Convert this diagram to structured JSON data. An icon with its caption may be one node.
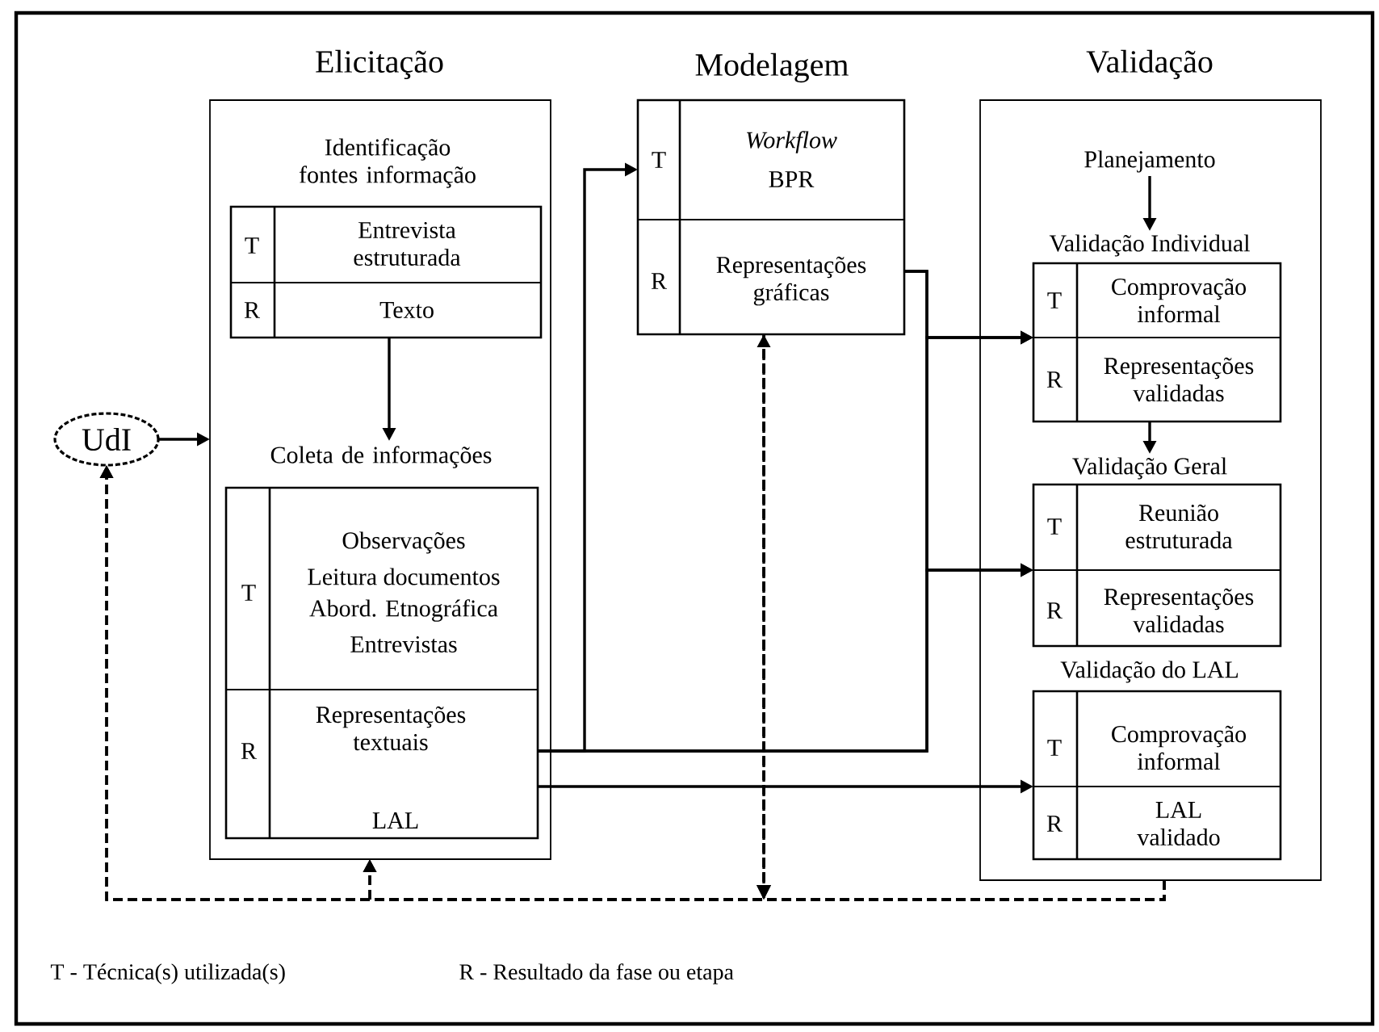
{
  "diagram": {
    "nodes": [
      {
        "text": [
          "Elicitação"
        ]
      },
      {
        "text": [
          "Identificação fontes informação",
          "T",
          "Entrevista estruturada",
          "R",
          "Texto"
        ],
        "in": 0
      },
      {
        "text": [
          "Coleta de informações",
          "T",
          "Observações",
          "Leitura documentos",
          "Abord. Etnográfica",
          "Entrevistas",
          "R",
          "Representações textuais",
          "LAL"
        ],
        "in": 0
      },
      {
        "text": [
          "UdI"
        ]
      },
      {
        "text": [
          "Modelagem",
          "T",
          "Workflow",
          "BPR",
          "R",
          "Representações gráficas"
        ]
      },
      {
        "text": [
          "Validação"
        ]
      },
      {
        "text": [
          "Planejamento"
        ],
        "in": 5
      },
      {
        "text": [
          "Validação Individual",
          "T",
          "Comprovação informal",
          "R",
          "Representações validadas"
        ],
        "in": 5
      },
      {
        "text": [
          "Validação Geral",
          "T",
          "Reunião estruturada",
          "R",
          "Representações validadas"
        ],
        "in": 5
      },
      {
        "text": [
          "Validação do LAL",
          "T",
          "Comprovação informal",
          "R",
          "LAL validado"
        ],
        "in": 5
      }
    ],
    "edges": [
      {
        "from": 1,
        "to": 2,
        "arrow": "to"
      },
      {
        "from": 3,
        "to": 0,
        "arrow": "to"
      },
      {
        "from": 2,
        "to": 4,
        "arrow": "to"
      },
      {
        "from": 2,
        "to": 7,
        "arrow": "to"
      },
      {
        "from": 2,
        "to": 8,
        "arrow": "to"
      },
      {
        "from": 4,
        "to": 7,
        "arrow": "to"
      },
      {
        "from": 4,
        "to": 8,
        "arrow": "to"
      },
      {
        "from": 2,
        "to": 9,
        "arrow": "to"
      },
      {
        "from": 6,
        "to": 7,
        "arrow": "to"
      },
      {
        "from": 7,
        "to": 8,
        "arrow": "to"
      },
      {
        "from": 5,
        "to": 3,
        "arrow": "to",
        "style": "dashed"
      },
      {
        "from": 5,
        "to": 0,
        "arrow": "to",
        "style": "dashed"
      },
      {
        "from": 5,
        "to": 4,
        "arrow": "to",
        "style": "dashed"
      },
      {
        "from": 4,
        "to": 3,
        "arrow": "to",
        "style": "dashed"
      },
      {
        "from": 4,
        "to": 0,
        "arrow": "to",
        "style": "dashed"
      }
    ],
    "labels": [
      "T - Técnica(s) utilizada(s)",
      "R - Resultado da fase ou etapa"
    ]
  }
}
